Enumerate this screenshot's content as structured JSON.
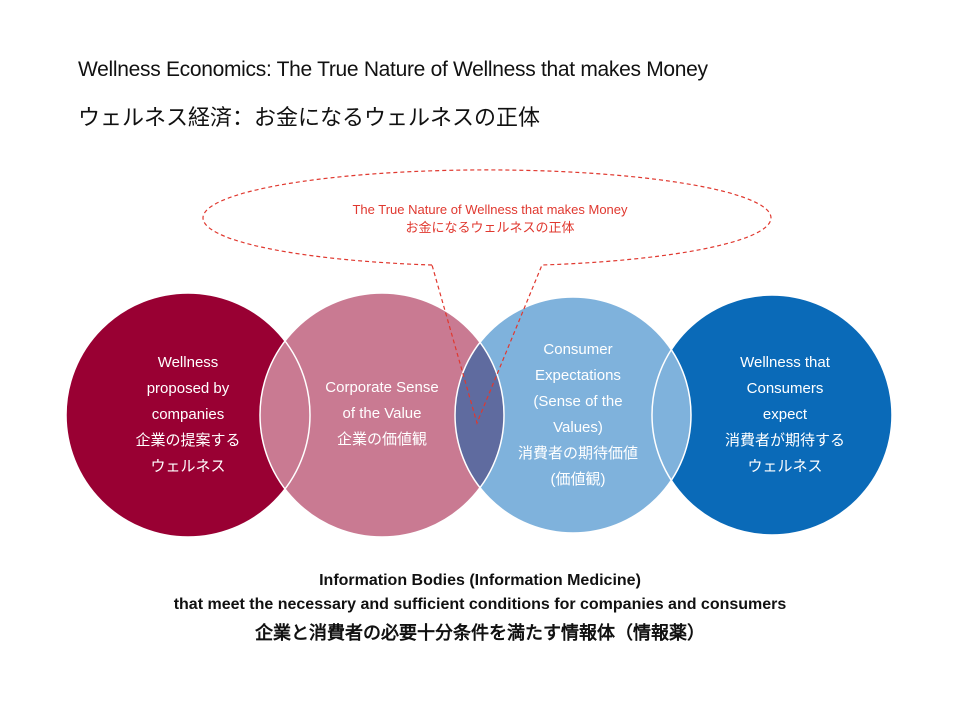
{
  "title": {
    "en": "Wellness Economics: The True Nature of Wellness that makes Money",
    "jp": "ウェルネス経済：お金になるウェルネスの正体"
  },
  "callout": {
    "en": "The True Nature of Wellness that makes Money",
    "jp": "お金になるウェルネスの正体",
    "color": "#e0382f"
  },
  "circles": [
    {
      "lines": [
        "Wellness",
        "proposed by",
        "companies",
        "企業の提案する",
        "ウェルネス"
      ],
      "color": "#990033"
    },
    {
      "lines": [
        "Corporate Sense",
        "of the Value",
        "企業の価値観"
      ],
      "color": "#c97a92"
    },
    {
      "lines": [
        "Consumer",
        "Expectations",
        "(Sense of the",
        "Values)",
        "消費者の期待価値",
        "(価値観)"
      ],
      "color": "#7fb2dc"
    },
    {
      "lines": [
        "Wellness that",
        "Consumers",
        "expect",
        "消費者が期待する",
        "ウェルネス"
      ],
      "color": "#0a6ab8"
    }
  ],
  "overlap_color": "#5f6b9f",
  "bottom": {
    "line1": "Information Bodies (Information Medicine)",
    "line2": "that meet the necessary and sufficient conditions for companies and consumers",
    "line3": "企業と消費者の必要十分条件を満たす情報体（情報薬）"
  }
}
